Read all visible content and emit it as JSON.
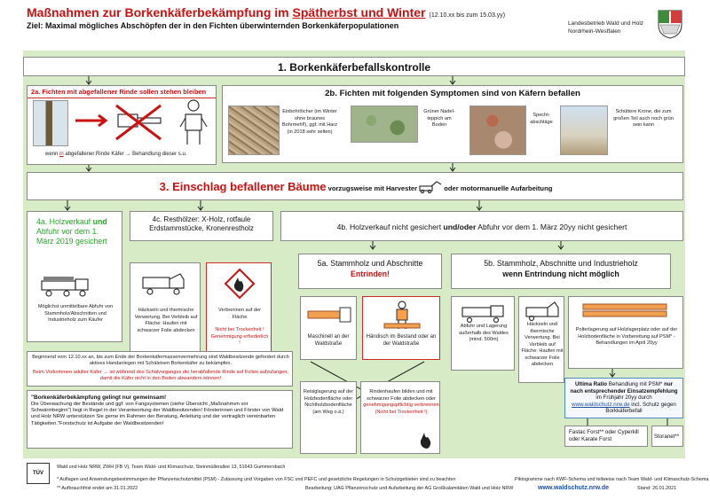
{
  "header": {
    "title_part1": "Maßnahmen zur Borkenkäferbekämpfung im ",
    "title_part2": "Spätherbst und Winter",
    "date_range": "(12.10.xx bis zum 15.03.yy)",
    "subtitle": "Ziel: Maximal mögliches Abschöpfen der in den Fichten überwinternden Borkenkäferpopulationen",
    "org_line1": "Landesbetrieb Wald und Holz",
    "org_line2": "Nordrhein-Westfalen"
  },
  "section1": {
    "title": "1. Borkenkäferbefallskontrolle"
  },
  "section2a": {
    "title": "2a. Fichten mit abgefallener Rinde sollen stehen bleiben",
    "caption_part1": "wenn ",
    "caption_in": "in",
    "caption_part2": " abgefallener Rinde Käfer → Behandlung dieser s.u."
  },
  "section2b": {
    "title": "2b. Fichten mit folgenden Symptomen sind von Käfern befallen",
    "symptom1": "Einbohrlöcher (im Winter ohne braunes Bohrmehl!), ggf. mit Harz (in 2018 sehr selten)",
    "symptom2": "Grüner Nadel-teppich am Boden",
    "symptom3": "Specht-abschläge",
    "symptom4": "Schüttere Krone, die zum großen Teil auch noch grün sein kann"
  },
  "section3": {
    "title": "3. Einschlag befallener Bäume",
    "title_suffix1": " vorzugsweise mit Harvester ",
    "title_suffix2": " oder motormanuelle Aufarbeitung"
  },
  "section4a": {
    "title_part1": "4a. Holzverkauf ",
    "title_und": "und",
    "title_part2": " Abfuhr vor dem 1. März 2019 gesichert",
    "caption": "Möglichst unmittelbare Abfuhr von Stammholz/Abschnitten und Industrieholz zum Käufer"
  },
  "section4c": {
    "title": "4c. Resthölzer: X-Holz, rotfaule Erdstammstücke, Kronenrestholz",
    "left_caption": "Häckseln und thermische Verwertung. Bei Verbleib auf Fläche: Haufen mit schwarzer Folie abdecken",
    "right_caption1": "Verbrennen auf der Fläche",
    "right_caption2": "Nicht bei Trockenheit ! Genehmigung erforderlich !"
  },
  "section4b": {
    "title_part1": "4b. Holzverkauf nicht gesichert ",
    "title_bold": "und/oder",
    "title_part2": " Abfuhr vor dem 1. März 20yy nicht gesichert"
  },
  "section5a": {
    "title1": "5a. Stammholz und Abschnitte",
    "title2": "Entrinden!",
    "left_caption": "Maschinell an der Waldstraße",
    "right_caption": "Händisch im Bestand oder an der Waldstraße"
  },
  "section5b": {
    "title1": "5b. Stammholz, Abschnitte und Industrieholz",
    "title2": "wenn Entrindung nicht möglich",
    "col1": "Abfuhr und Lagerung außerhalb des Waldes (mind. 500m)",
    "col2": "Häckseln und thermische Verwertung. Bei Verbleib auf Fläche: Haufen mit schwarzer Folie abdecken",
    "col3": "Polterlagerung auf Holzlagerplatz oder auf der Holzbodenfläche in Vorbereitung auf PSM* -Behandlungen im April 20yy"
  },
  "notice": {
    "line1": "Beginnend vom 12.10.xx an, bis zum Ende der Borkenkäfermassenvermehrung sind Waldbesitzende gefordert durch aktives Handanlegen mit Schäleisen Borkenkäfer zu bekämpfen.",
    "line2": "Beim Vorkommen adulter Käfer → ist während des Schälvorganges die herabfallende Rinde auf Folien aufzufangen, damit die Käfer nicht in den Boden abwandern können!"
  },
  "joint": {
    "title": "\"Borkenkäferbekämpfung gelingt nur gemeinsam!",
    "body": "Die Überwachung der Bestände und ggf. von Fangsystemen (siehe Übersicht „Maßnahmen vor Schwärmbeginn“) liegt in Regel in der Verantwortung der Waldbesitzenden! Försterinnen und Förster von Wald und Holz NRW unterstützen Sie gerne im Rahmen der Beratung, Anleitung und der vertraglich vereinbarten Tätigkeiten.\"Forstschutz ist Aufgabe der Waldbesitzenden!"
  },
  "storage": {
    "left": "Reisiglagerung auf der Holzbodenfläche oder Nichtholzbodenfläche (am Weg o.ä.)",
    "right1": "Rindenhaufen bilden und mit schwarzer Folie abdecken oder ",
    "right_red": "genehmigungspflichtig verbrennen (Nicht bei Trockenheit !)"
  },
  "ultima": {
    "bold1": "Ultima Ratio",
    "text1": " Behandlung mit PSM* ",
    "bold2": "nur nach entsprechender Einsatzempfehlung",
    "text2": " im Frühjahr 20yy durch ",
    "link": "www.waldschutz.nrw.de",
    "text3": " incl. Schutz gegen Borkkäferbefall"
  },
  "products": {
    "left": "Fastac Forst** oder Cyperkill oder Karate Forst",
    "right": "Storanet**"
  },
  "footer": {
    "org": "Wald und Holz NRW, ZWH (FB V), Team Wald- und Klimaschutz, Steinmüllerallee 13, 51643 Gummersbach",
    "note1": "* Auflagen und Anwendungsbestimmungen der Pflanzenschutzmittel (PSM) - Zulassung und Vorgaben von FSC und PEFC und gesetzliche Regelungen in Schutzgebieten sind zu beachten",
    "note2": "** Aufbrauchfrist endet am 31.01.2022",
    "pikto": "Piktogramme nach KWF-Schema und teilweise nach Team Wald- und Klimaschutz-Schema",
    "edit": "Bearbeitung: UAG Pflanzenschutz und Aufarbeitung der AG Großkalamitäten Wald und Holz NRW",
    "url": "www.waldschutz.nrw.de",
    "stand": "Stand: 26.01.2021",
    "logo_text": "TÜV"
  }
}
